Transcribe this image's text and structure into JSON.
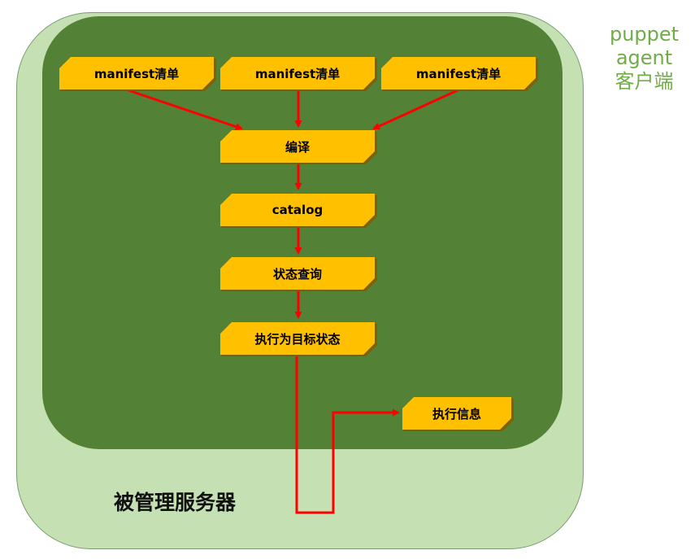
{
  "agent_label": {
    "line1": "puppet",
    "line2": "agent",
    "line3": "客户端"
  },
  "server_label": "被管理服务器",
  "manifests": [
    "manifest清单",
    "manifest清单",
    "manifest清单"
  ],
  "steps": {
    "compile": "编译",
    "catalog": "catalog",
    "query": "状态查询",
    "execute": "执行为目标状态",
    "info": "执行信息"
  },
  "colors": {
    "outer": "#c5e0b3",
    "inner": "#538135",
    "node": "#ffc000",
    "arrow": "#ff0000",
    "agent_text": "#70ad47"
  }
}
